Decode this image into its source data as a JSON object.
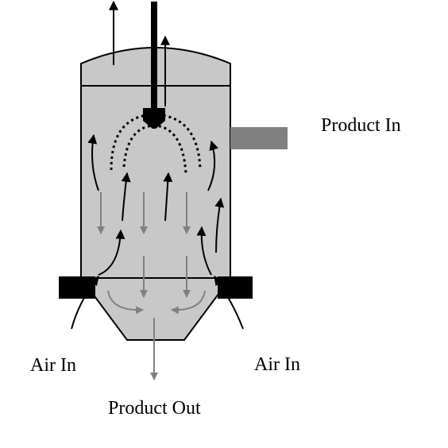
{
  "labels": {
    "product_in": "Product In",
    "air_in_left": "Air In",
    "air_in_right": "Air In",
    "product_out": "Product Out"
  },
  "colors": {
    "vessel_fill": "#c8c8c8",
    "outline": "#000000",
    "air_flow": "#000000",
    "product_flow": "#808080",
    "inlet_pipe": "#808080",
    "background": "#ffffff"
  }
}
